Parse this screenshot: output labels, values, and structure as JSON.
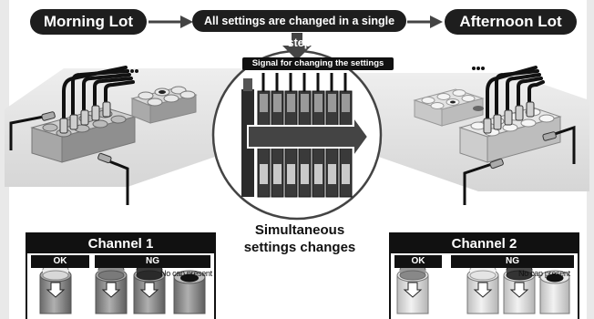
{
  "header": {
    "morning_lot": "Morning Lot",
    "all_settings": "All settings are changed in a single step",
    "afternoon_lot": "Afternoon Lot"
  },
  "center": {
    "signal_label": "Signal for changing the settings",
    "caption_line1": "Simultaneous",
    "caption_line2": "settings changes"
  },
  "channel1": {
    "title": "Channel 1",
    "ok_label": "OK",
    "ng_label": "NG",
    "no_cap": "No cap present",
    "ok_cap_color": "#ececec",
    "ng_cap_colors": [
      "#8c8c8c",
      "#3a3a3a"
    ],
    "body_color": "#8e8e8e"
  },
  "channel2": {
    "title": "Channel 2",
    "ok_label": "OK",
    "ng_label": "NG",
    "no_cap": "No cap present",
    "ok_cap_color": "#9a9a9a",
    "ng_cap_colors": [
      "#ececec",
      "#4a4a4a"
    ],
    "body_color": "#d8d8d8"
  },
  "colors": {
    "pill": "#1e1e1e",
    "arrow": "#444444",
    "conveyor": "#e0e0e0"
  }
}
